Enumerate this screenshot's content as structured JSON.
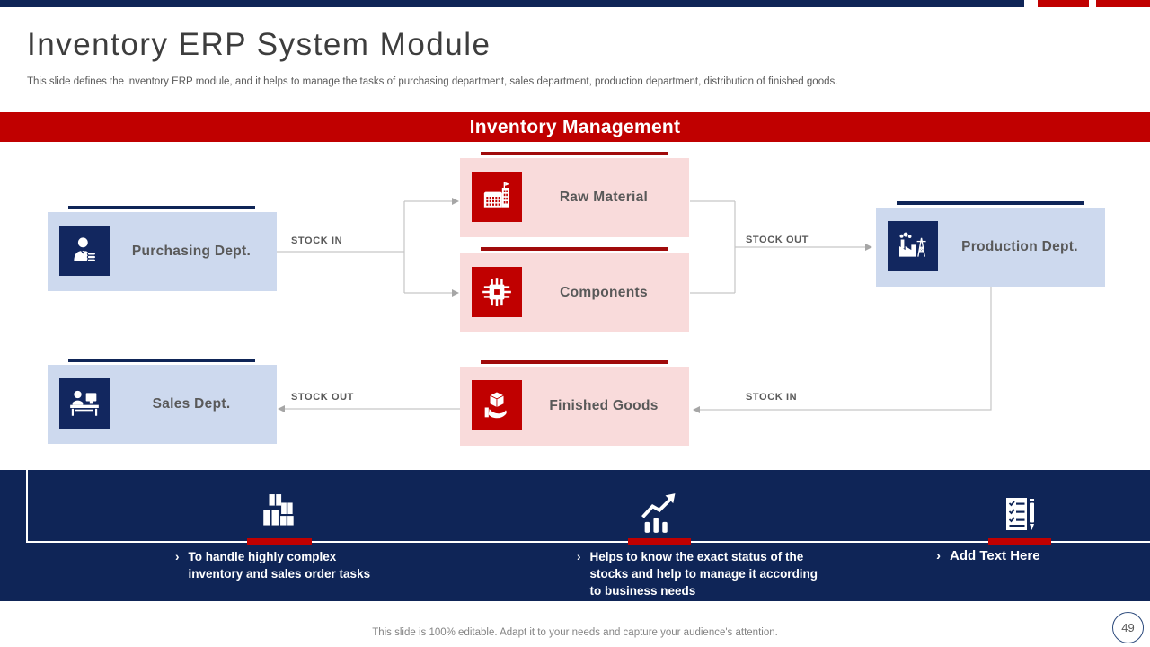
{
  "slide": {
    "title": "Inventory ERP System Module",
    "subtitle": "This slide defines the inventory ERP module, and it helps to manage the tasks of purchasing department, sales department, production department, distribution of finished goods.",
    "banner_title": "Inventory Management",
    "footer_note": "This slide is 100% editable. Adapt it to your needs and capture your audience's attention.",
    "page_number": "49"
  },
  "diagram": {
    "nodes": [
      {
        "id": "purchasing-dept",
        "label": "Purchasing Dept.",
        "icon": "buyer-person-icon",
        "theme": "blue"
      },
      {
        "id": "raw-material",
        "label": "Raw Material",
        "icon": "factory-building-icon",
        "theme": "red"
      },
      {
        "id": "components",
        "label": "Components",
        "icon": "chip-icon",
        "theme": "red"
      },
      {
        "id": "production-dept",
        "label": "Production Dept.",
        "icon": "production-plant-icon",
        "theme": "blue"
      },
      {
        "id": "sales-dept",
        "label": "Sales Dept.",
        "icon": "sales-desk-icon",
        "theme": "blue"
      },
      {
        "id": "finished-goods",
        "label": "Finished Goods",
        "icon": "hand-box-icon",
        "theme": "red"
      }
    ],
    "flows": {
      "purchasing_to_materials": "STOCK IN",
      "materials_to_production": "STOCK OUT",
      "finished_to_sales": "STOCK OUT",
      "production_to_finished": "STOCK IN"
    }
  },
  "benefits": {
    "bullet_char": "›",
    "items": [
      {
        "icon": "stacked-boxes-icon",
        "text": "To handle highly complex inventory and sales order tasks"
      },
      {
        "icon": "growth-chart-icon",
        "text": "Helps to know the exact status of the stocks and help to manage it according to business needs"
      },
      {
        "icon": "checklist-pen-icon",
        "text": "Add Text Here"
      }
    ]
  },
  "colors": {
    "navy": "#0f2557",
    "red": "#c00000",
    "dark_red": "#a00b0b",
    "light_blue": "#cdd9ee",
    "light_pink": "#f9dbdb",
    "gray_text": "#595959",
    "connector_gray": "#c6c6c6"
  }
}
